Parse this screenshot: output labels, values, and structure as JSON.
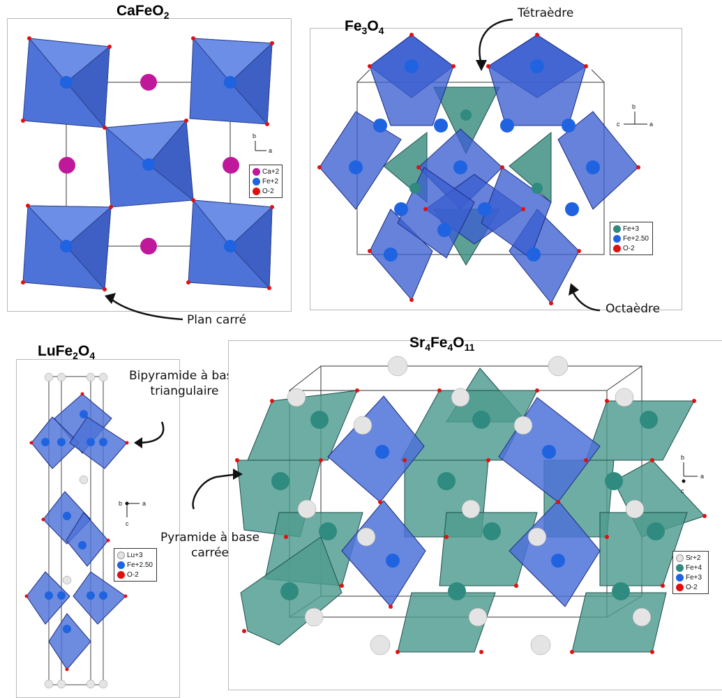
{
  "colors": {
    "octahedron": "#3b5fd0",
    "tetrahedron": "#3f8f84",
    "ca": "#c0189a",
    "fe_blue": "#1f63e0",
    "fe_teal": "#2f8a80",
    "oxygen": "#e01010",
    "grey_atom": "#e4e4e4"
  },
  "panels": {
    "cafeo2": {
      "title_main": "CaFeO",
      "title_sub": "2",
      "axes": {
        "up": "b",
        "right": "a"
      },
      "legend": [
        {
          "label": "Ca+2",
          "color": "#c0189a"
        },
        {
          "label": "Fe+2",
          "color": "#1f63e0"
        },
        {
          "label": "O-2",
          "color": "#e01010"
        }
      ]
    },
    "fe3o4": {
      "title_main": "Fe",
      "title_sub1": "3",
      "title_mid": "O",
      "title_sub2": "4",
      "axes": {
        "up": "b",
        "left": "c",
        "right": "a"
      },
      "legend": [
        {
          "label": "Fe+3",
          "color": "#2f8a80"
        },
        {
          "label": "Fe+2.50",
          "color": "#1f63e0"
        },
        {
          "label": "O-2",
          "color": "#e01010"
        }
      ]
    },
    "lufe2o4": {
      "title_main": "LuFe",
      "title_sub1": "2",
      "title_mid": "O",
      "title_sub2": "4",
      "axes": {
        "origin": "b",
        "right": "a",
        "down": "c"
      },
      "legend": [
        {
          "label": "Lu+3",
          "color": "#e4e4e4"
        },
        {
          "label": "Fe+2.50",
          "color": "#1f63e0"
        },
        {
          "label": "O-2",
          "color": "#e01010"
        }
      ]
    },
    "sr4fe4o11": {
      "title_a": "Sr",
      "title_a_sub": "4",
      "title_b": "Fe",
      "title_b_sub": "4",
      "title_c": "O",
      "title_c_sub": "11",
      "axes": {
        "up": "b",
        "right": "a",
        "out": "c"
      },
      "legend": [
        {
          "label": "Sr+2",
          "color": "#e4e4e4"
        },
        {
          "label": "Fe+4",
          "color": "#2f8a80"
        },
        {
          "label": "Fe+3",
          "color": "#1f63e0"
        },
        {
          "label": "O-2",
          "color": "#e01010"
        }
      ]
    }
  },
  "annotations": {
    "tetraedre": "Tétraèdre",
    "plan_carre": "Plan carré",
    "octaedre": "Octaèdre",
    "bipyramide_line1": "Bipyramide à base",
    "bipyramide_line2": "triangulaire",
    "pyramide_line1": "Pyramide à base",
    "pyramide_line2": "carrée"
  }
}
